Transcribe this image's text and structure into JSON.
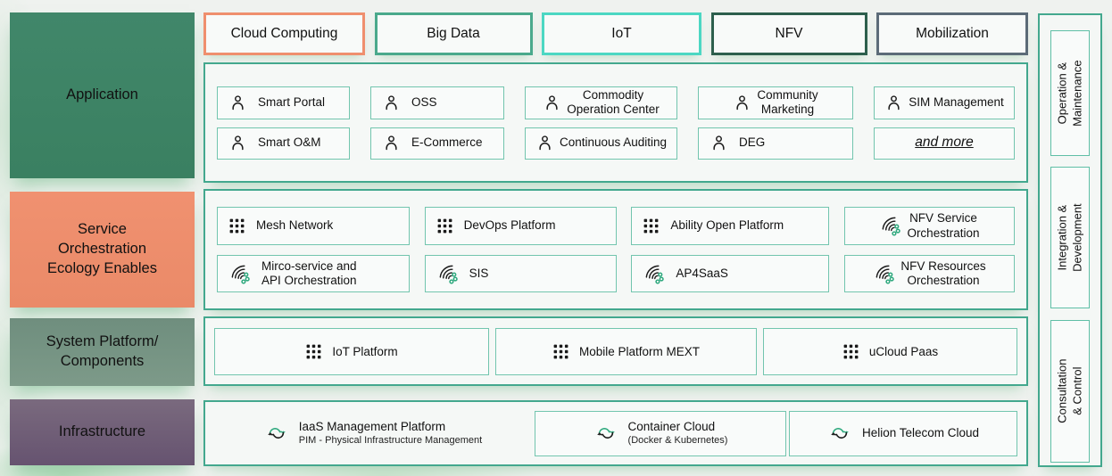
{
  "left_blocks": [
    {
      "label": "Application"
    },
    {
      "label": "Service\nOrchestration\nEcology Enables"
    },
    {
      "label": "System Platform/\nComponents"
    },
    {
      "label": "Infrastructure"
    }
  ],
  "categories": [
    {
      "label": "Cloud Computing"
    },
    {
      "label": "Big Data"
    },
    {
      "label": "IoT"
    },
    {
      "label": "NFV"
    },
    {
      "label": "Mobilization"
    }
  ],
  "application": {
    "rows": [
      {
        "items": [
          {
            "label": "Smart Portal",
            "icon": "person"
          },
          {
            "label": "OSS",
            "icon": "person"
          },
          {
            "label": "Commodity\nOperation Center",
            "icon": "person"
          },
          {
            "label": "Community\nMarketing",
            "icon": "person"
          },
          {
            "label": "SIM Management",
            "icon": "person"
          }
        ]
      },
      {
        "items": [
          {
            "label": "Smart O&M",
            "icon": "person"
          },
          {
            "label": "E-Commerce",
            "icon": "person"
          },
          {
            "label": "Continuous Auditing",
            "icon": "person"
          },
          {
            "label": "DEG",
            "icon": "person"
          },
          {
            "label": "and more",
            "icon": "none"
          }
        ]
      }
    ]
  },
  "services": {
    "rows": [
      {
        "items": [
          {
            "label": "Mesh Network",
            "icon": "grid"
          },
          {
            "label": "DevOps Platform",
            "icon": "grid"
          },
          {
            "label": "Ability Open Platform",
            "icon": "grid"
          },
          {
            "label": "NFV Service\nOrchestration",
            "icon": "orchestration"
          }
        ]
      },
      {
        "items": [
          {
            "label": "Mirco-service and\nAPI Orchestration",
            "icon": "orchestration"
          },
          {
            "label": "SIS",
            "icon": "orchestration"
          },
          {
            "label": "AP4SaaS",
            "icon": "orchestration"
          },
          {
            "label": "NFV Resources\nOrchestration",
            "icon": "orchestration"
          }
        ]
      }
    ]
  },
  "system": {
    "items": [
      {
        "label": "IoT Platform",
        "icon": "grid"
      },
      {
        "label": "Mobile Platform MEXT",
        "icon": "grid"
      },
      {
        "label": "uCloud Paas",
        "icon": "grid"
      }
    ]
  },
  "infrastructure": {
    "items": [
      {
        "title": "IaaS Management Platform",
        "subtitle": "PIM - Physical Infrastructure Management",
        "icon": "cloud-sync"
      },
      {
        "title": "Container Cloud",
        "subtitle": "(Docker & Kubernetes)",
        "icon": "cloud-sync"
      },
      {
        "title": "Helion Telecom Cloud",
        "subtitle": "",
        "icon": "cloud-sync"
      }
    ]
  },
  "right_tabs": [
    {
      "label": "Operation &\nMaintenance"
    },
    {
      "label": "Integration &\nDevelopment"
    },
    {
      "label": "Consultation & Control"
    }
  ],
  "colors": {
    "application_block": "#3d8465",
    "service_block": "#ed8f6e",
    "system_block": "#75937f",
    "infrastructure_block": "#6f5b72",
    "container_border": "#43a88e",
    "item_border": "#72c5ae",
    "category_border_cloud_computing": "#ef8f6e",
    "category_border_big_data": "#4aa98c",
    "category_border_iot": "#4cd7c3",
    "category_border_nfv": "#2d5f4d",
    "category_border_mobilization": "#5c6b78",
    "icon_accent_green": "#2fa97e"
  }
}
